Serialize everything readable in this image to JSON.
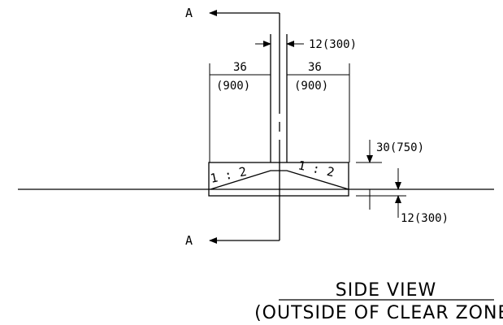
{
  "drawing": {
    "section_label_top": "A",
    "section_label_bottom": "A",
    "dim_gap": "12(300)",
    "dim_left_top": "36",
    "dim_left_bottom": "(900)",
    "dim_right_top": "36",
    "dim_right_bottom": "(900)",
    "dim_height": "30(750)",
    "dim_depth": "12(300)",
    "slope_left": "1 : 2",
    "slope_right": "1 : 2",
    "title": "SIDE VIEW",
    "subtitle": "(OUTSIDE OF CLEAR ZONE)"
  }
}
